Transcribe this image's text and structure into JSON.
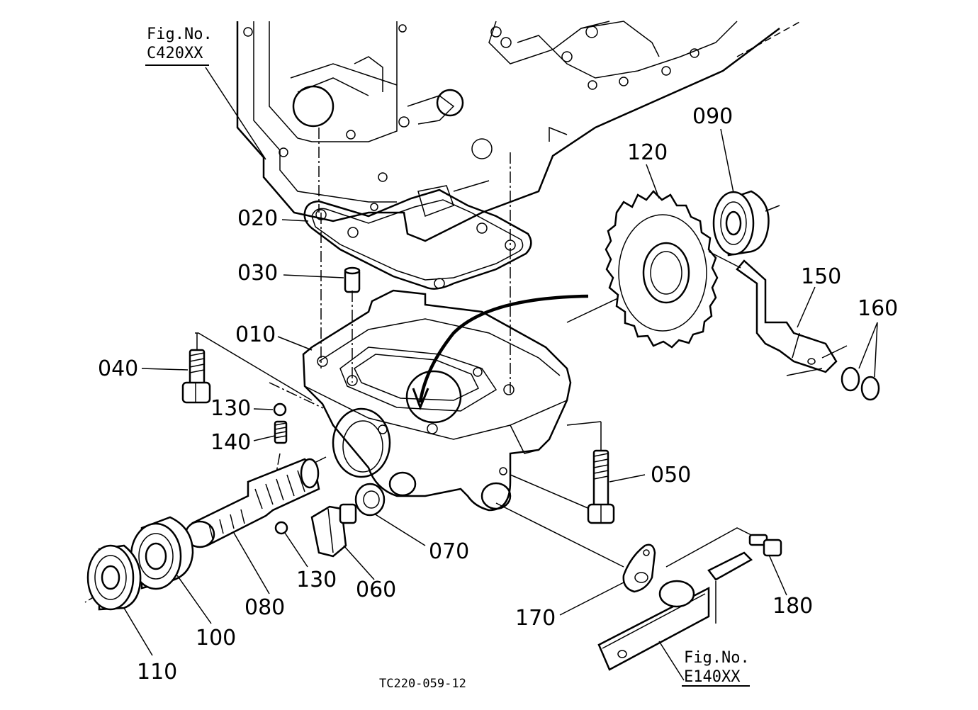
{
  "references": {
    "top": {
      "line1": "Fig.No.",
      "line2": "C420XX"
    },
    "bottom": {
      "line1": "Fig.No.",
      "line2": "E140XX"
    }
  },
  "drawing_code": "TC220-059-12",
  "parts": {
    "p010": "010",
    "p020": "020",
    "p030": "030",
    "p040": "040",
    "p050": "050",
    "p060": "060",
    "p070": "070",
    "p080": "080",
    "p090": "090",
    "p100": "100",
    "p110": "110",
    "p120": "120",
    "p130a": "130",
    "p130b": "130",
    "p140": "140",
    "p150": "150",
    "p160": "160",
    "p170": "170",
    "p180": "180"
  }
}
